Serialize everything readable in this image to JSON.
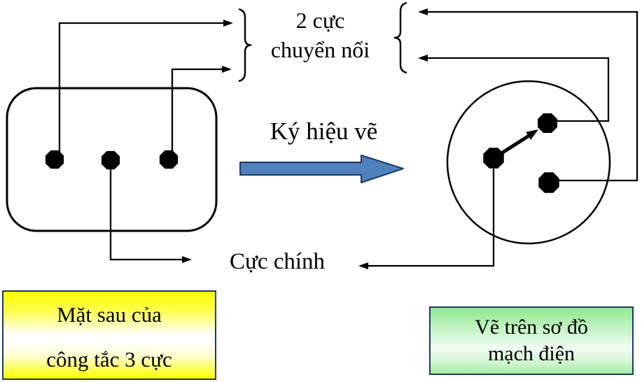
{
  "labels": {
    "two_switch_poles": {
      "line1": "2 cực",
      "line2": "chuyển nối"
    },
    "drawing_symbol": "Ký hiệu vẽ",
    "main_pole": "Cực chính"
  },
  "callouts": {
    "back_of_switch": {
      "line1": "Mặt sau của",
      "line2": "công tắc 3 cực"
    },
    "circuit_diagram": {
      "line1": "Vẽ trên sơ đồ",
      "line2": "mạch điện"
    }
  },
  "colors": {
    "block_arrow_fill": "#4F81BD",
    "block_arrow_border": "#1F3864",
    "callout_border": "#1F3864",
    "yellow_callout": "#FFFF00",
    "green_callout": "#90EE90",
    "diagram_lines": "#000000"
  }
}
